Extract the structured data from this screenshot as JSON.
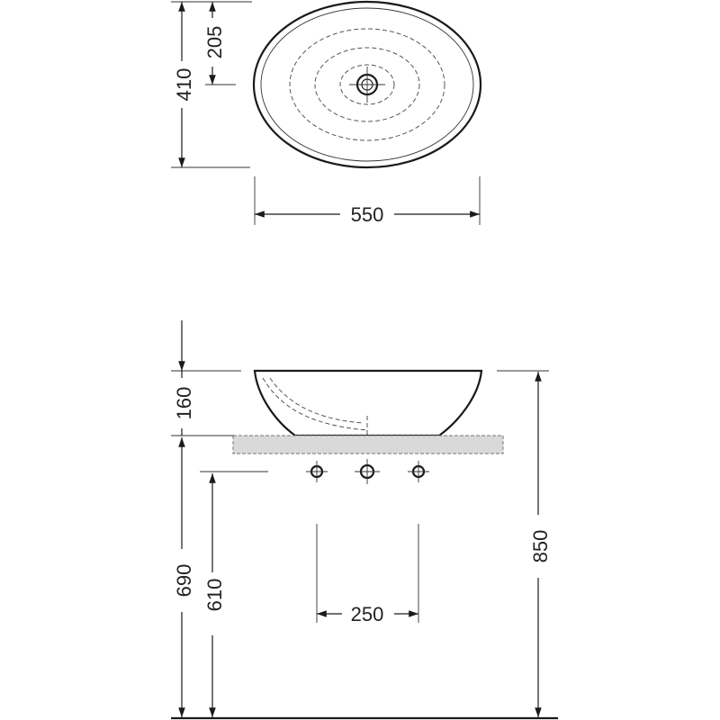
{
  "dimensions": {
    "top_depth": "410",
    "top_half_depth": "205",
    "top_width": "550",
    "side_basin_height": "160",
    "side_counter_height": "690",
    "side_tap_height": "610",
    "side_tap_spacing": "250",
    "side_total_height": "850"
  },
  "colors": {
    "line": "#1a1a1a",
    "counter_fill": "#d9d9d9",
    "background": "#ffffff"
  }
}
